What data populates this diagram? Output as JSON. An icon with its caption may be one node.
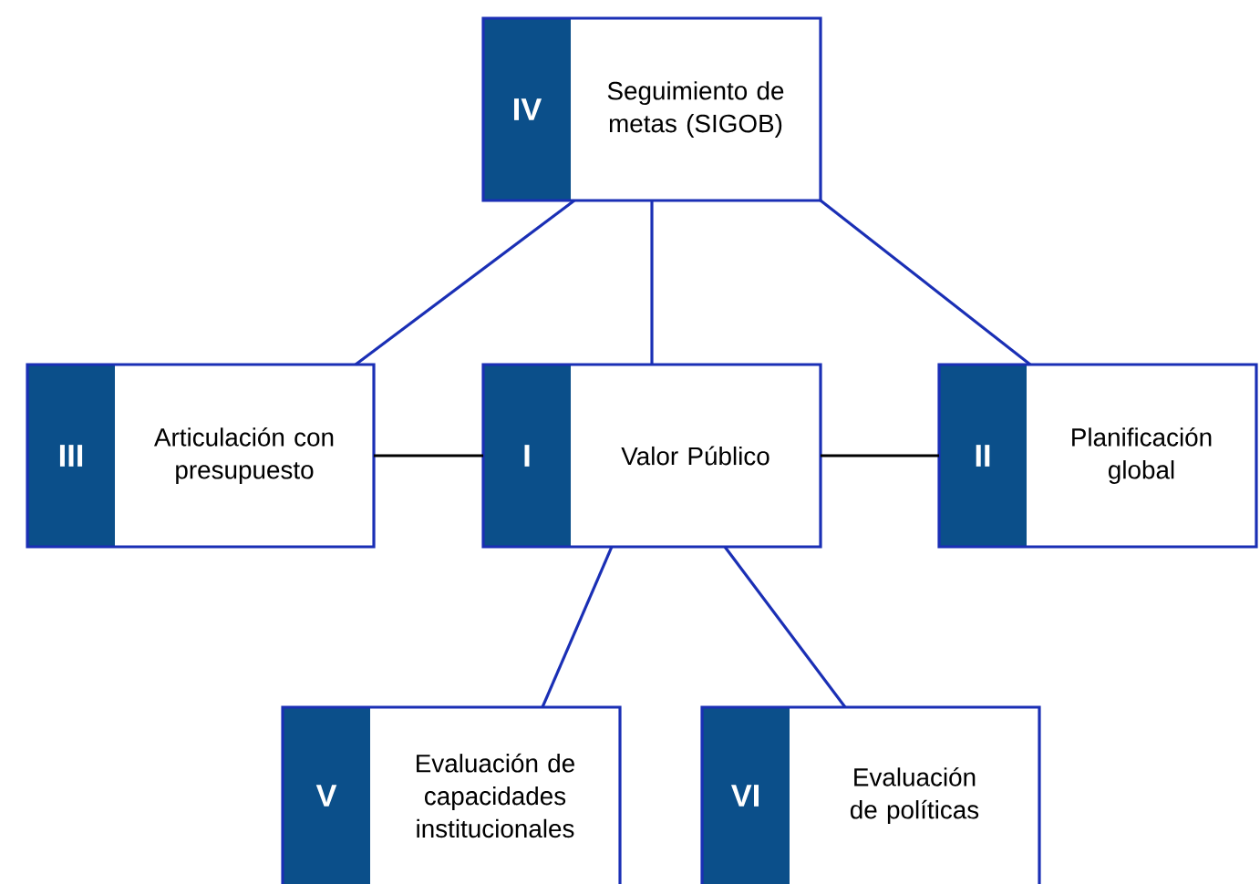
{
  "diagram": {
    "nodes": [
      {
        "text": [
          "IV",
          "Seguimiento de metas (SIGOB)"
        ]
      },
      {
        "text": [
          "III",
          "Articulación con presupuesto"
        ]
      },
      {
        "text": [
          "I",
          "Valor Público"
        ]
      },
      {
        "text": [
          "II",
          "Planificación global"
        ]
      },
      {
        "text": [
          "V",
          "Evaluación de capacidades institucionales"
        ]
      },
      {
        "text": [
          "VI",
          "Evaluación de políticas"
        ]
      }
    ],
    "edges": [
      {
        "from": 0,
        "to": 1,
        "arrow": "none"
      },
      {
        "from": 0,
        "to": 2,
        "arrow": "none"
      },
      {
        "from": 0,
        "to": 3,
        "arrow": "none"
      },
      {
        "from": 1,
        "to": 2,
        "arrow": "none",
        "color": "#000000"
      },
      {
        "from": 2,
        "to": 3,
        "arrow": "none",
        "color": "#000000"
      },
      {
        "from": 2,
        "to": 4,
        "arrow": "none"
      },
      {
        "from": 2,
        "to": 5,
        "arrow": "none"
      }
    ]
  }
}
